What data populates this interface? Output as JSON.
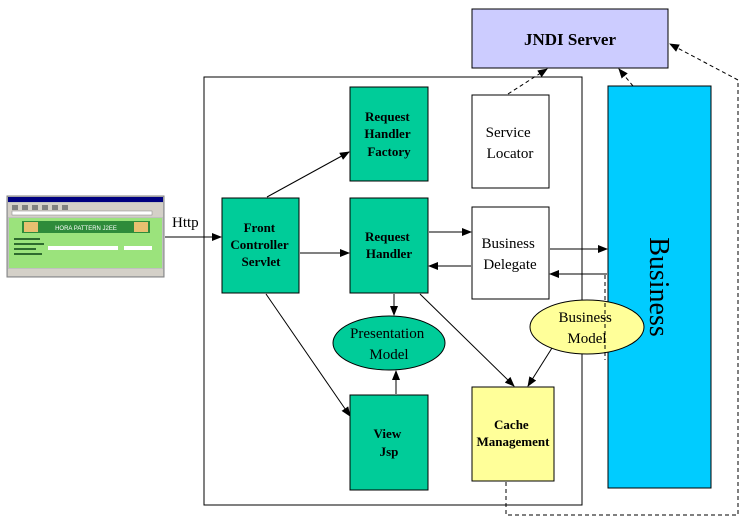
{
  "title": "",
  "nodes": {
    "jndi_server": {
      "label": "JNDI Server",
      "fill": "#ccccff"
    },
    "business": {
      "label": "Business",
      "fill": "#00ccff"
    },
    "request_handler_factory": {
      "lines": [
        "Request",
        "Handler",
        "Factory"
      ],
      "fill": "#00cc99"
    },
    "service_locator": {
      "lines": [
        "Service",
        "Locator"
      ],
      "fill": "#ffffff"
    },
    "front_controller": {
      "lines": [
        "Front",
        "Controller",
        "Servlet"
      ],
      "fill": "#00cc99"
    },
    "request_handler": {
      "lines": [
        "Request",
        "Handler"
      ],
      "fill": "#00cc99"
    },
    "business_delegate": {
      "lines": [
        "Business",
        "Delegate"
      ],
      "fill": "#ffffff"
    },
    "presentation_model": {
      "lines": [
        "Presentation",
        "Model"
      ],
      "fill": "#00cc99"
    },
    "business_model": {
      "lines": [
        "Business",
        "Model"
      ],
      "fill": "#ffff99"
    },
    "view_jsp": {
      "lines": [
        "View",
        "Jsp"
      ],
      "fill": "#00cc99"
    },
    "cache_management": {
      "lines": [
        "Cache",
        "Management"
      ],
      "fill": "#ffff99"
    }
  },
  "http_label": "Http",
  "browser_thumbnail": {
    "banner_text": "HORA PATTERN J2EE",
    "colors": {
      "frame": "#c0c0c0",
      "page": "#9be37c",
      "banner": "#2e8b3a",
      "titlebar": "#000080"
    }
  }
}
